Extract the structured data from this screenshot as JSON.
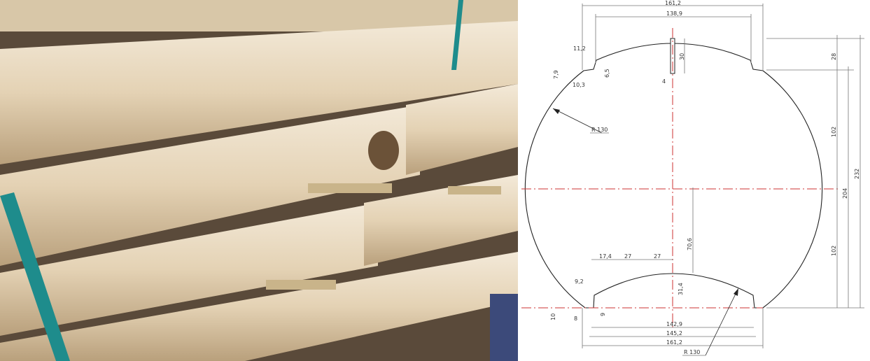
{
  "photo": {
    "subject": "log-stack-photo"
  },
  "drawing": {
    "top_dims": {
      "overall_width": "161,2",
      "groove_width": "138,9",
      "step_width": "11,2",
      "step_height": "7,9",
      "step_depth": "10,3",
      "chamfer": "6,5",
      "slot_depth": "30",
      "slot_width": "4"
    },
    "radius_top": "R 130",
    "right_dims": {
      "top_offset": "28",
      "upper_half": "102",
      "lower_half": "102",
      "height_204": "204",
      "total_height": "232"
    },
    "center_dim": "70,6",
    "bottom_dims": {
      "seg1": "17,4",
      "seg2": "27",
      "seg3": "27",
      "step": "9,2",
      "groove_depth": "31,4",
      "base_offset": "10",
      "step_bottom": "8",
      "chamfer": "9",
      "width_inner": "142,9",
      "width_mid": "145,2",
      "width_outer": "161,2"
    },
    "radius_bottom": "R 130"
  },
  "colors": {
    "wood": "#e6d6bd",
    "strap": "#1e8c8c",
    "axis": "#cc3333"
  }
}
